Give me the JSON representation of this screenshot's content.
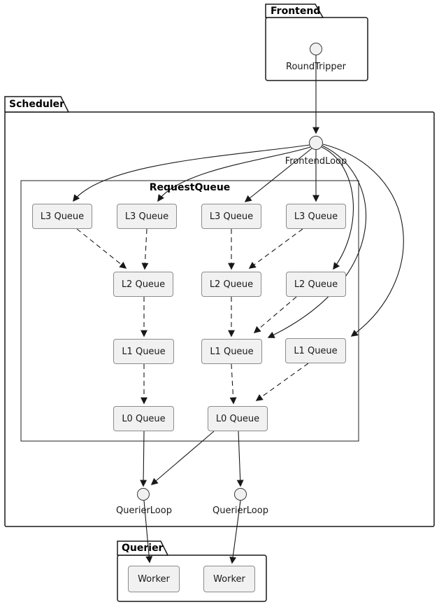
{
  "diagram": {
    "frontend": {
      "label": "Frontend",
      "roundtripper": {
        "label": "RoundTripper"
      }
    },
    "scheduler": {
      "label": "Scheduler",
      "frontendloop": {
        "label": "FrontendLoop"
      },
      "request_queue": {
        "title": "RequestQueue",
        "l3": [
          "L3 Queue",
          "L3 Queue",
          "L3 Queue",
          "L3 Queue"
        ],
        "l2": [
          "L2 Queue",
          "L2 Queue",
          "L2 Queue"
        ],
        "l1": [
          "L1 Queue",
          "L1 Queue",
          "L1 Queue"
        ],
        "l0": [
          "L0 Queue",
          "L0 Queue"
        ]
      },
      "querier_loops": [
        "QuerierLoop",
        "QuerierLoop"
      ]
    },
    "querier": {
      "label": "Querier",
      "workers": [
        "Worker",
        "Worker"
      ]
    },
    "colors": {
      "node_fill": "#F1F1F1",
      "node_border": "#8C8C8C",
      "line": "#181818",
      "background": "#FFFFFF"
    }
  }
}
